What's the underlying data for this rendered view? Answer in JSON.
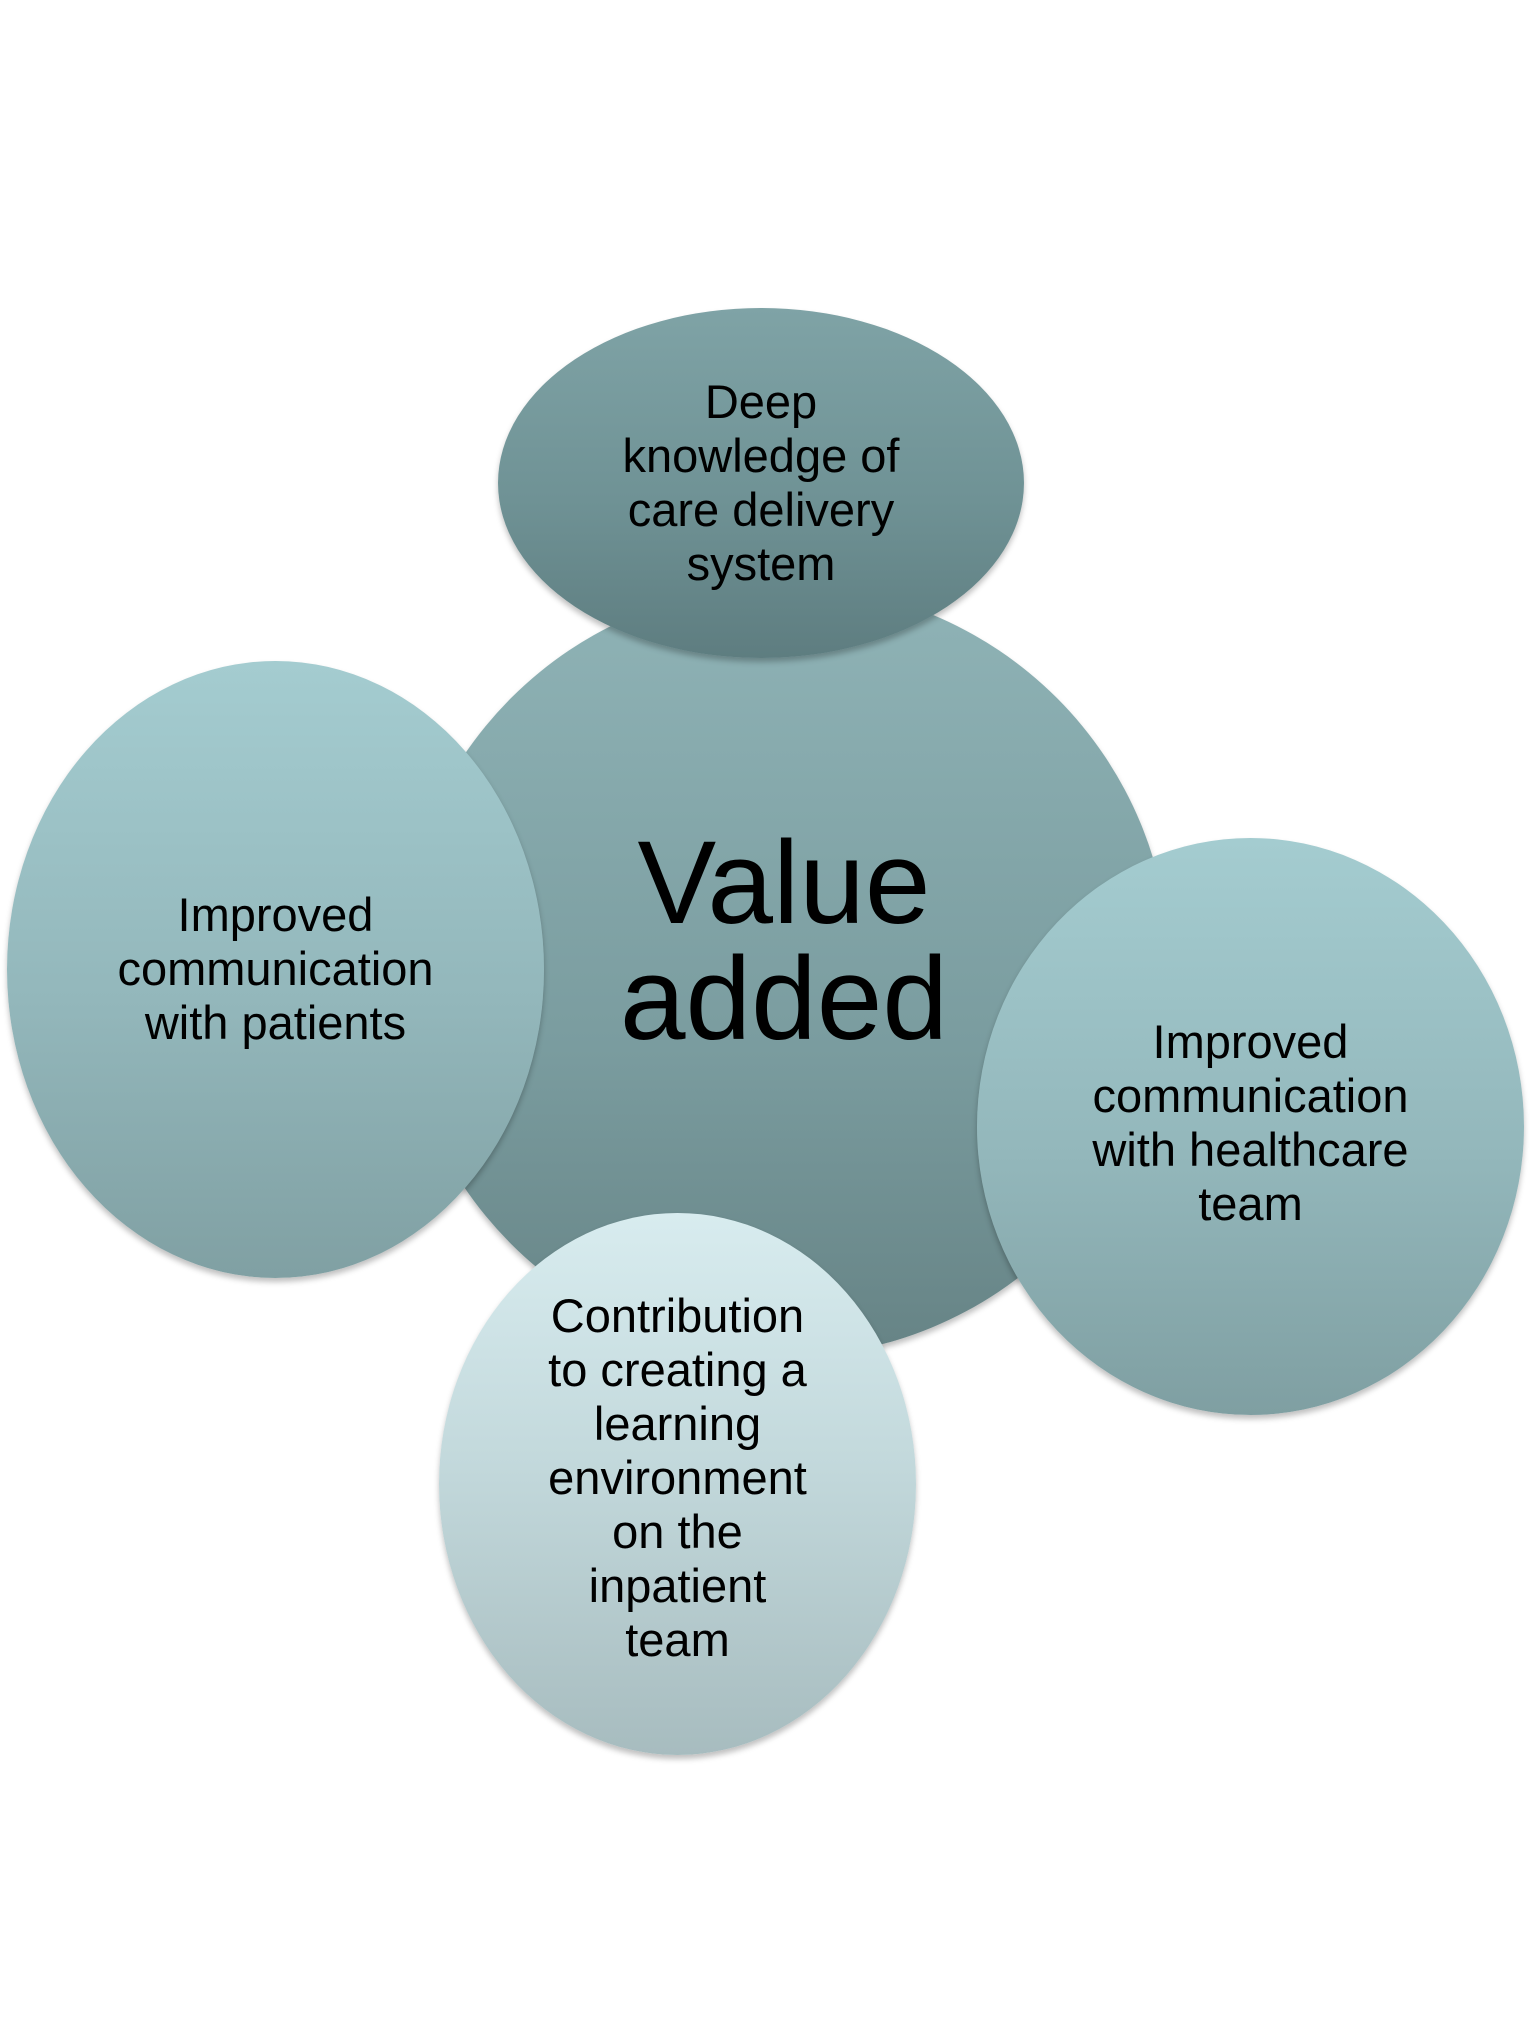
{
  "diagram": {
    "center": {
      "label": "Value\nadded"
    },
    "nodes": {
      "top": {
        "label": "Deep\nknowledge of\ncare delivery\nsystem"
      },
      "left": {
        "label": "Improved\ncommunication\nwith patients"
      },
      "right": {
        "label": "Improved\ncommunication\nwith healthcare\nteam"
      },
      "bottom": {
        "label": "Contribution\nto creating a\nlearning\nenvironment\non the\ninpatient\nteam"
      }
    },
    "colors": {
      "center_fill": "#7a9c9f",
      "top_fill": "#6f9295",
      "side_fill": "#93b7bb",
      "bottom_fill": "#c3d9dc",
      "text": "#000000"
    }
  }
}
